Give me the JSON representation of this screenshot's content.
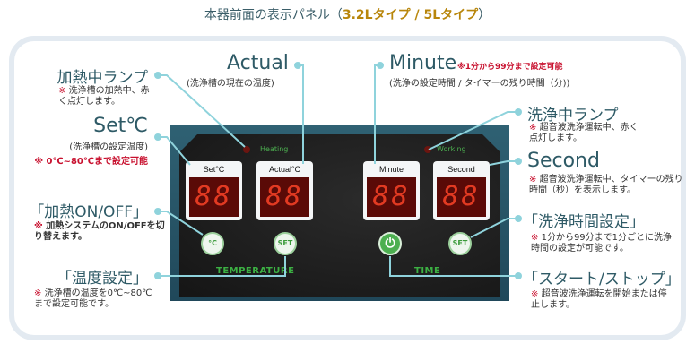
{
  "title": {
    "main": "本器前面の表示パネル（",
    "models": "3.2Lタイプ / 5Lタイプ",
    "end": "）"
  },
  "panel": {
    "heating_label": "Heating",
    "working_label": "Working",
    "displays": [
      {
        "label": "Set°C",
        "value": "88"
      },
      {
        "label": "Actual°C",
        "value": "88"
      },
      {
        "label": "Minute",
        "value": "88"
      },
      {
        "label": "Second",
        "value": "88"
      }
    ],
    "buttons": {
      "heat_toggle": "°C",
      "temp_set": "SET",
      "start_stop": "⏻",
      "time_set": "SET"
    },
    "group_temperature": "TEMPERATURE",
    "group_time": "TIME"
  },
  "callouts": {
    "heating_lamp": {
      "title": "加熱中ランプ",
      "mark": "※",
      "note": "洗浄槽の加熱中、赤く点灯します。"
    },
    "set_c": {
      "title": "Set℃",
      "sub": "(洗浄槽の設定温度)",
      "note": "※ 0℃~80℃まで設定可能"
    },
    "actual": {
      "title": "Actual",
      "sub": "(洗浄槽の現在の温度)"
    },
    "minute": {
      "title": "Minute",
      "note": "※1分から99分まで設定可能",
      "sub": "(洗浄の設定時間 / タイマーの残り時間（分))"
    },
    "heat_onoff": {
      "title": "「加熱ON/OFF」",
      "mark": "※",
      "note": "加熱システムのON/OFFを切り替えます。"
    },
    "temp_setting": {
      "title": "「温度設定」",
      "mark": "※",
      "note": "洗浄槽の温度を0℃~80℃まで設定可能です。"
    },
    "washing_lamp": {
      "title": "洗浄中ランプ",
      "mark": "※",
      "note": "超音波洗浄運転中、赤く点灯します。"
    },
    "second": {
      "title": "Second",
      "mark": "※",
      "note": "超音波洗浄運転中、タイマーの残り時間（秒）を表示します。"
    },
    "time_setting": {
      "title": "「洗浄時間設定」",
      "mark": "※",
      "note": "1分から99分まで1分ごとに洗浄時間の設定が可能です。"
    },
    "start_stop": {
      "title": "「スタート/ストップ」",
      "mark": "※",
      "note": "超音波洗浄運転を開始または停止します。"
    }
  },
  "colors": {
    "line": "#8fd3dc",
    "accent": "#c8102e"
  }
}
